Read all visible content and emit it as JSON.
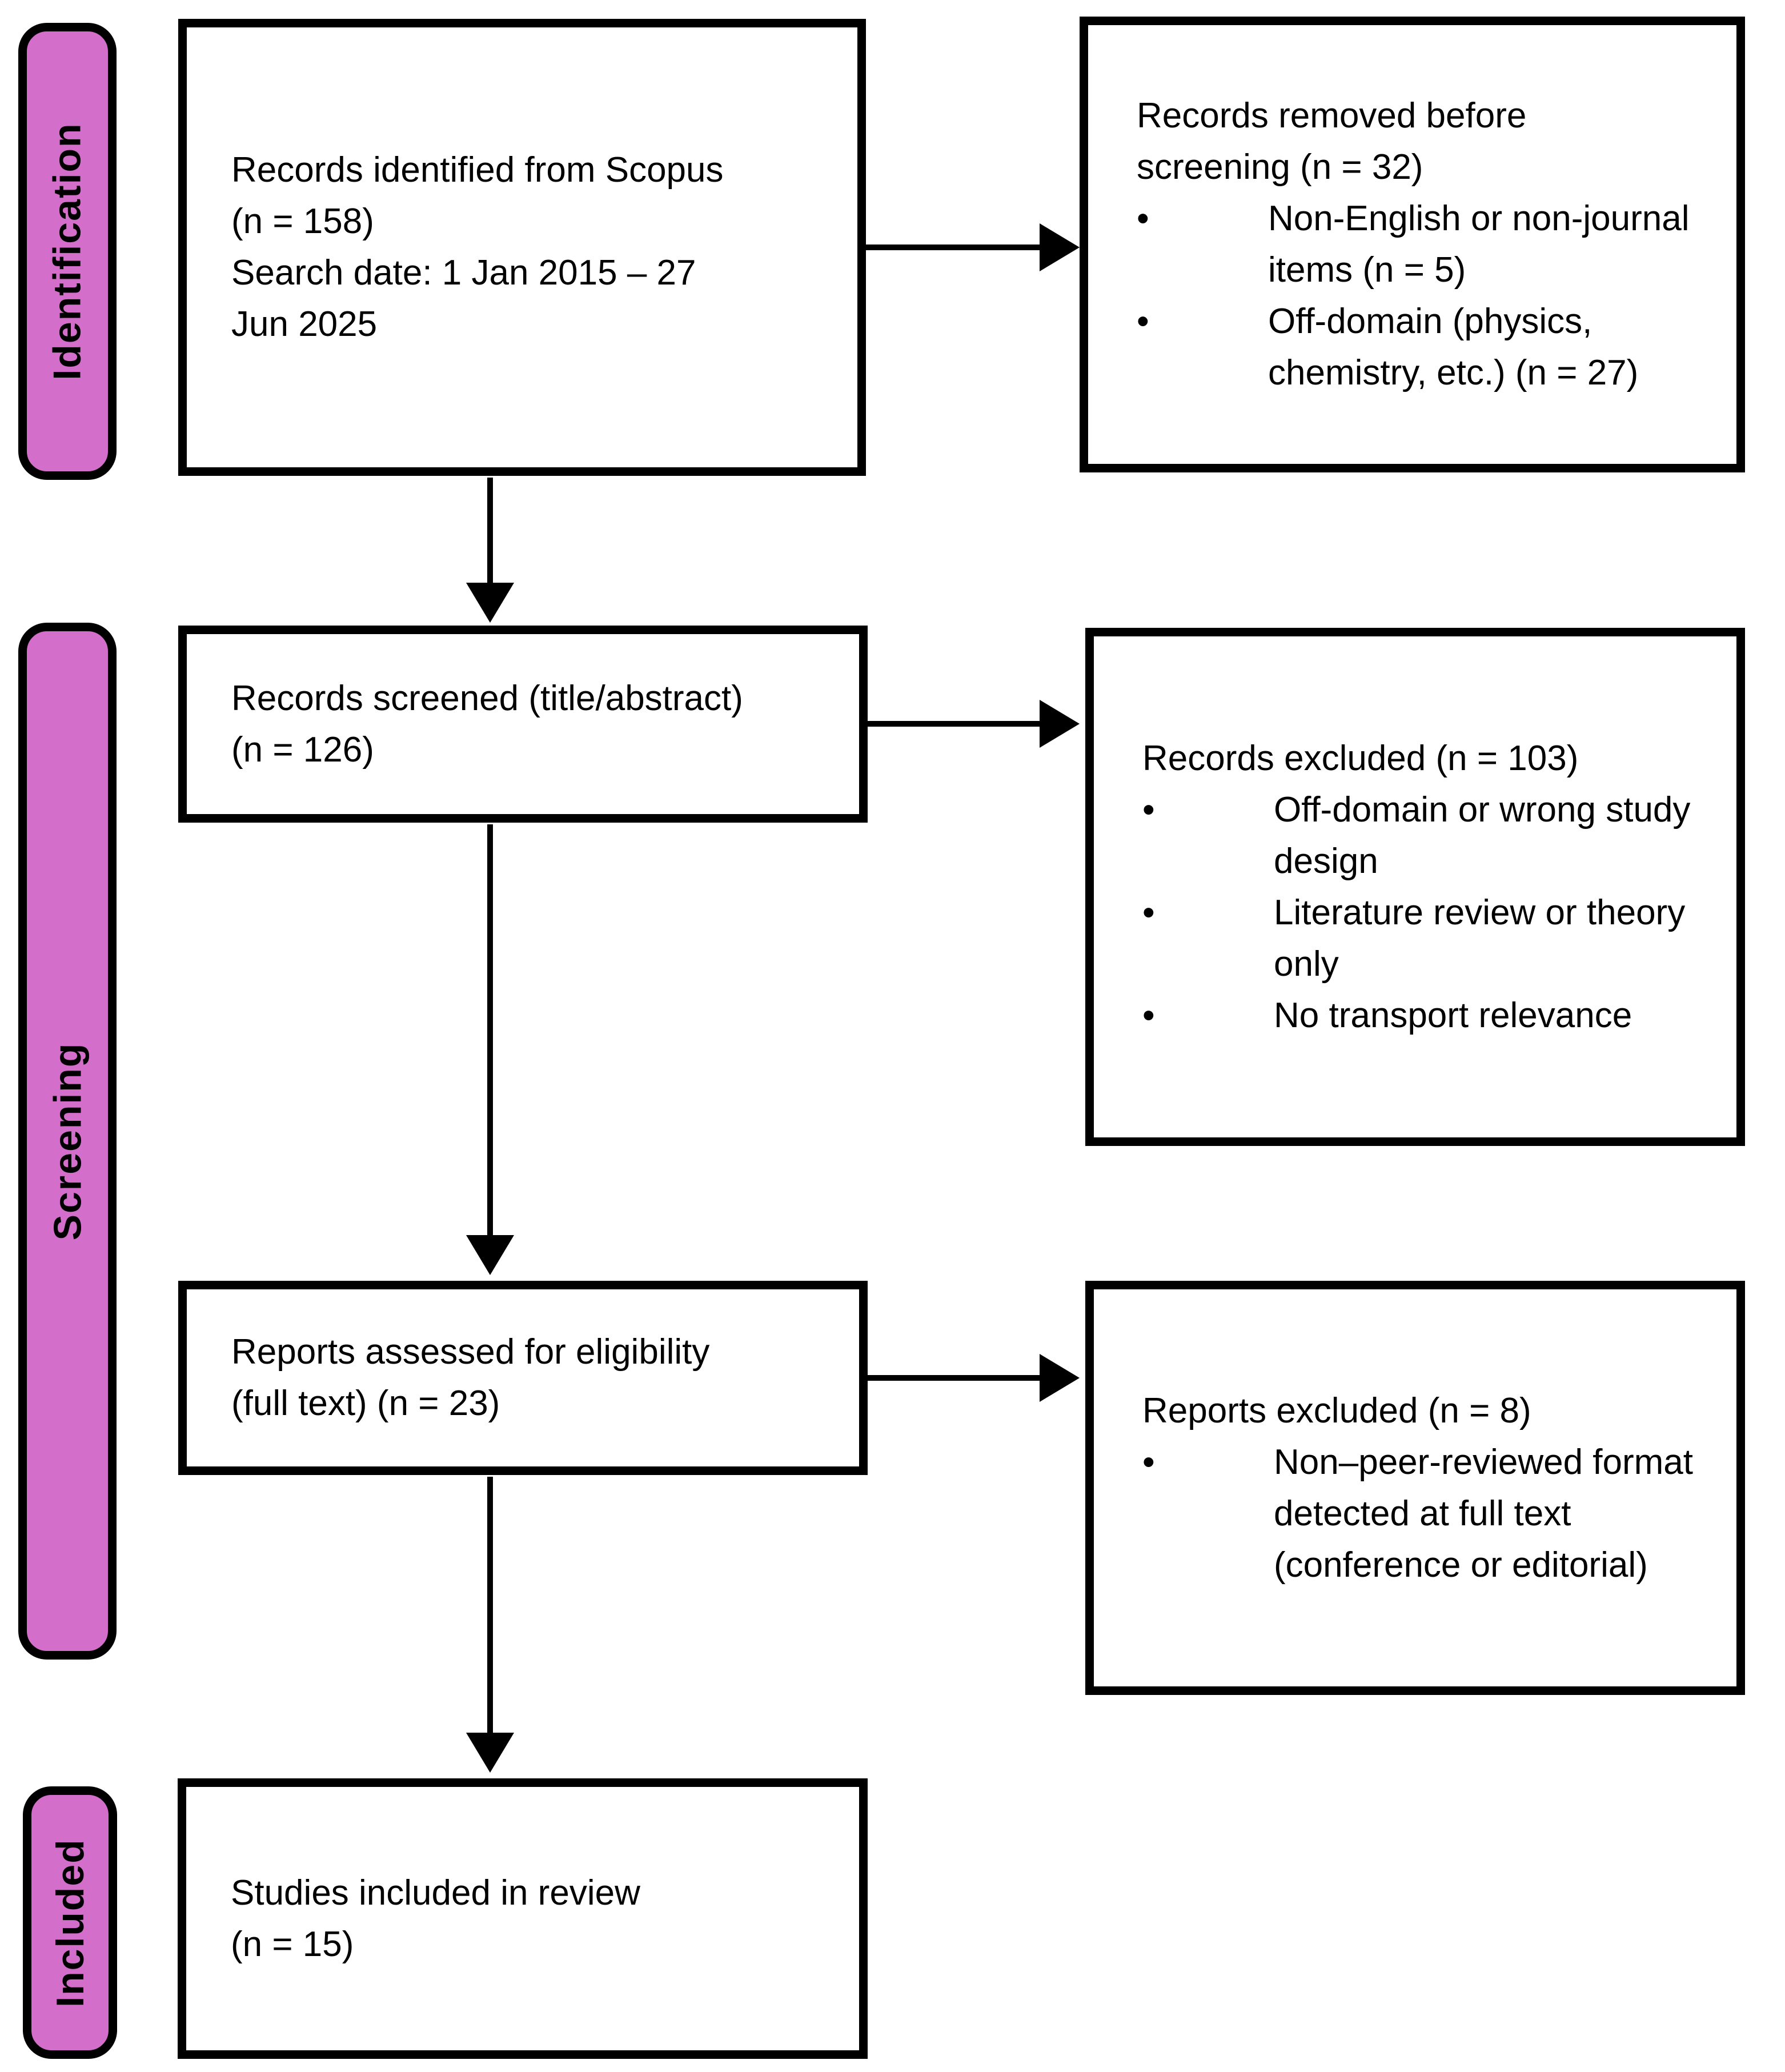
{
  "stage_labels": [
    {
      "label": "Identification"
    },
    {
      "label": "Screening"
    },
    {
      "label": "Included"
    }
  ],
  "boxes": {
    "identified": {
      "text": "Records identified from Scopus\n(n = 158)\nSearch date: 1 Jan 2015 – 27\nJun 2025"
    },
    "removed": {
      "title": "Records removed before\nscreening (n = 32)",
      "bullets": [
        {
          "text": "Non-English or non-journal\nitems (n = 5)"
        },
        {
          "text": "Off-domain (physics,\nchemistry, etc.) (n = 27)"
        }
      ]
    },
    "screened": {
      "text": "Records screened (title/abstract)\n(n = 126)"
    },
    "records_excluded": {
      "title": "Records excluded (n = 103)",
      "bullets": [
        {
          "text": "Off-domain or wrong study\ndesign"
        },
        {
          "text": "Literature review or theory\nonly"
        },
        {
          "text": "No transport relevance"
        }
      ]
    },
    "assessed": {
      "text": "Reports assessed for eligibility\n(full text) (n = 23)"
    },
    "reports_excluded": {
      "title": "Reports excluded (n = 8)",
      "bullets": [
        {
          "text": "Non–peer-reviewed format\ndetected at full text\n(conference or editorial)"
        }
      ]
    },
    "included": {
      "text": "Studies included in review\n(n = 15)"
    }
  },
  "style": {
    "stage_fill": "#D36ECB",
    "line_color": "#000000",
    "bullet_char": "•"
  }
}
